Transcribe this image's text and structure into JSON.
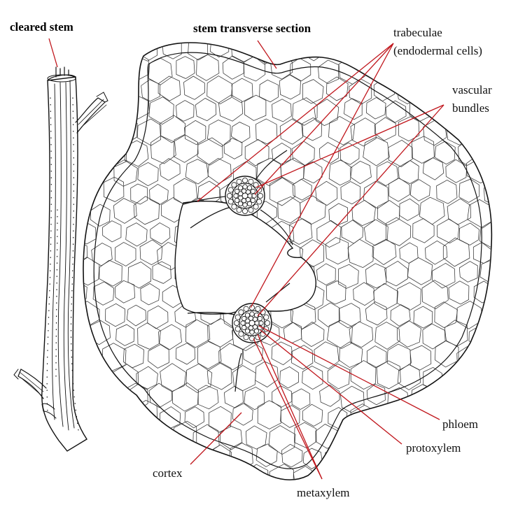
{
  "labels": {
    "cleared_stem": "cleared stem",
    "stem_section": "stem transverse section",
    "trabeculae_1": "trabeculae",
    "trabeculae_2": "(endodermal cells)",
    "vascular_1": "vascular",
    "vascular_2": "bundles",
    "phloem": "phloem",
    "protoxylem": "protoxylem",
    "cortex": "cortex",
    "metaxylem": "metaxylem"
  },
  "colors": {
    "leader_line": "#c0161c",
    "ink": "#111111",
    "background": "#ffffff"
  }
}
